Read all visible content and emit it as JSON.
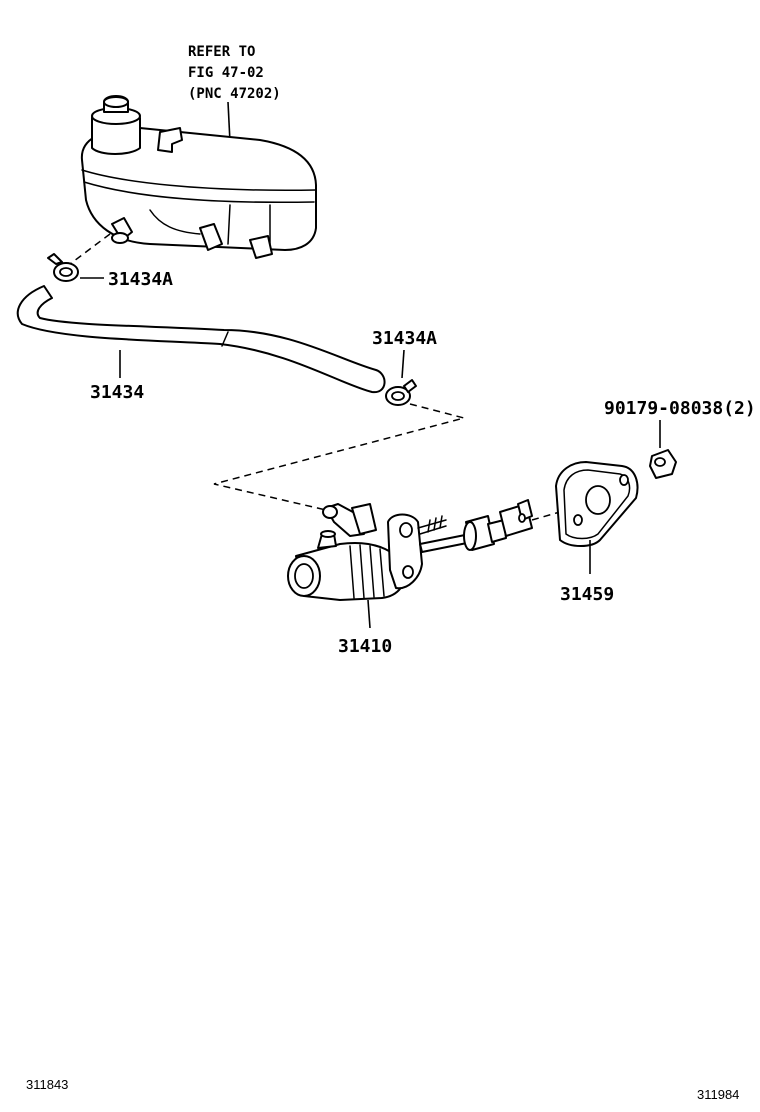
{
  "reference_note": {
    "line1": "REFER TO",
    "line2": "FIG 47-02",
    "line3": "(PNC 47202)"
  },
  "callouts": {
    "clamp_upper": "31434A",
    "hose": "31434",
    "clamp_lower": "31434A",
    "nut": "90179-08038(2)",
    "gasket": "31459",
    "master_cylinder": "31410"
  },
  "footer": {
    "left_code": "311843",
    "right_code": "311984"
  }
}
